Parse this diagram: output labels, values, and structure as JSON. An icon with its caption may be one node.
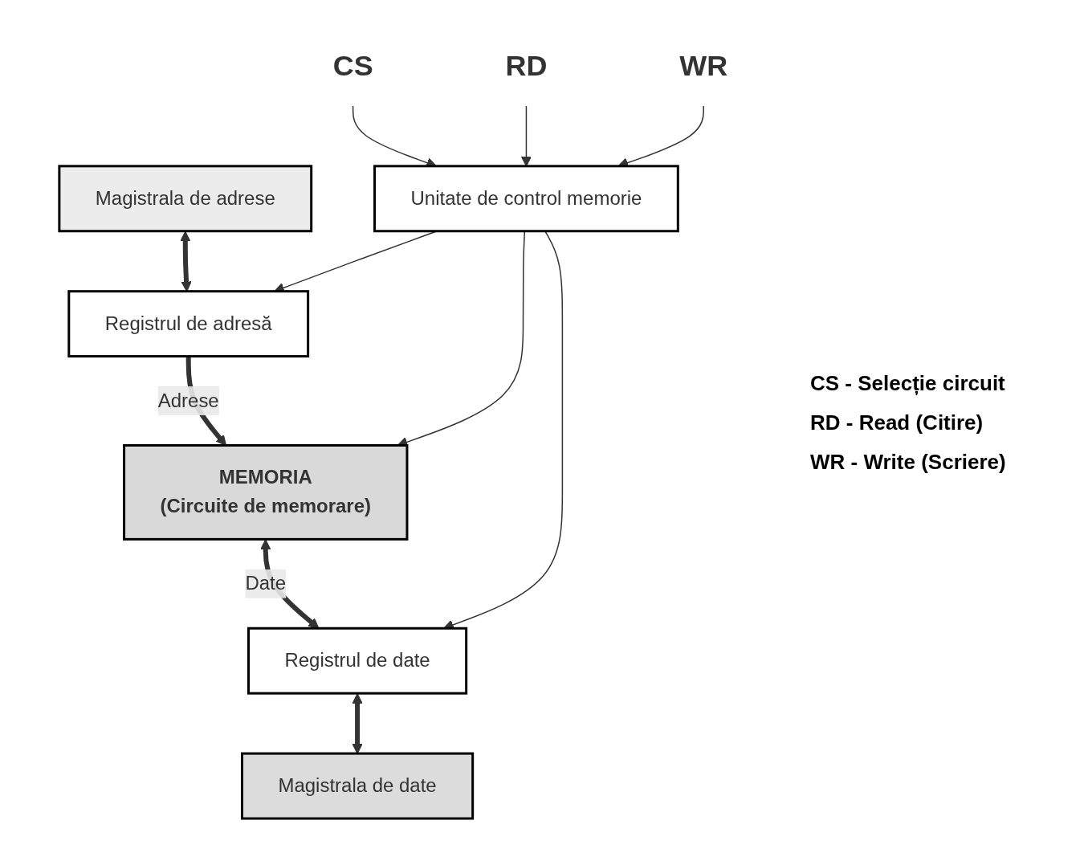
{
  "diagram": {
    "nodes": [
      {
        "text": [
          "Registrul de adresă"
        ]
      },
      {
        "text": [
          "MEMORIA",
          "(Circuite de memorare)"
        ]
      },
      {
        "text": [
          "Unitate de control memorie"
        ]
      },
      {
        "text": [
          "Registrul de date"
        ]
      },
      {
        "text": [
          "Magistrala de date"
        ]
      },
      {
        "text": [
          "Magistrala de adrese"
        ]
      },
      {
        "text": [
          "CS"
        ]
      },
      {
        "text": [
          "RD"
        ]
      },
      {
        "text": [
          "WR"
        ]
      }
    ],
    "edges": [
      {
        "from": 5,
        "to": 0,
        "arrow": "both",
        "style": "thick"
      },
      {
        "from": 0,
        "to": 1,
        "arrow": "to",
        "label": "Adrese",
        "style": "thick"
      },
      {
        "from": 2,
        "to": 0,
        "arrow": "to"
      },
      {
        "from": 2,
        "to": 1,
        "arrow": "to"
      },
      {
        "from": 1,
        "to": 3,
        "arrow": "both",
        "label": "Date",
        "style": "thick"
      },
      {
        "from": 2,
        "to": 3,
        "arrow": "to"
      },
      {
        "from": 6,
        "to": 2,
        "arrow": "to"
      },
      {
        "from": 7,
        "to": 2,
        "arrow": "to"
      },
      {
        "from": 8,
        "to": 2,
        "arrow": "to"
      },
      {
        "from": 3,
        "to": 4,
        "arrow": "both",
        "style": "thick"
      }
    ],
    "labels": [
      "CS - Selecție circuit",
      "RD - Read (Citire)",
      "WR - Write (Scriere)"
    ]
  }
}
